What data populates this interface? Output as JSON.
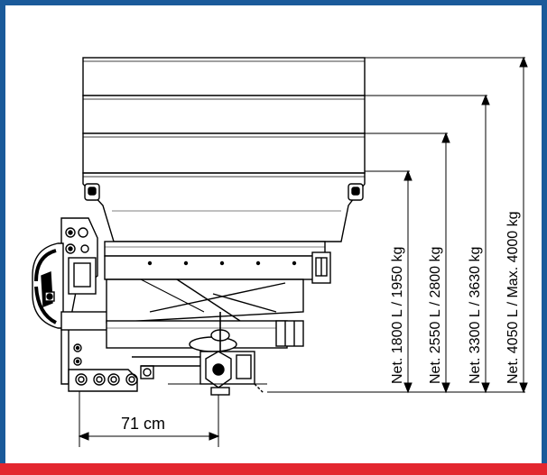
{
  "colors": {
    "frame": "#1a5a9a",
    "bottom_bar": "#e3262f",
    "background": "#ffffff",
    "line": "#000000"
  },
  "dimensions": {
    "width_label": "71 cm",
    "capacities": [
      "Net. 1800 L / 1950 kg",
      "Net. 2550 L / 2800 kg",
      "Net. 3300 L / 3630 kg",
      "Net. 4050 L / Max. 4000 kg"
    ]
  }
}
